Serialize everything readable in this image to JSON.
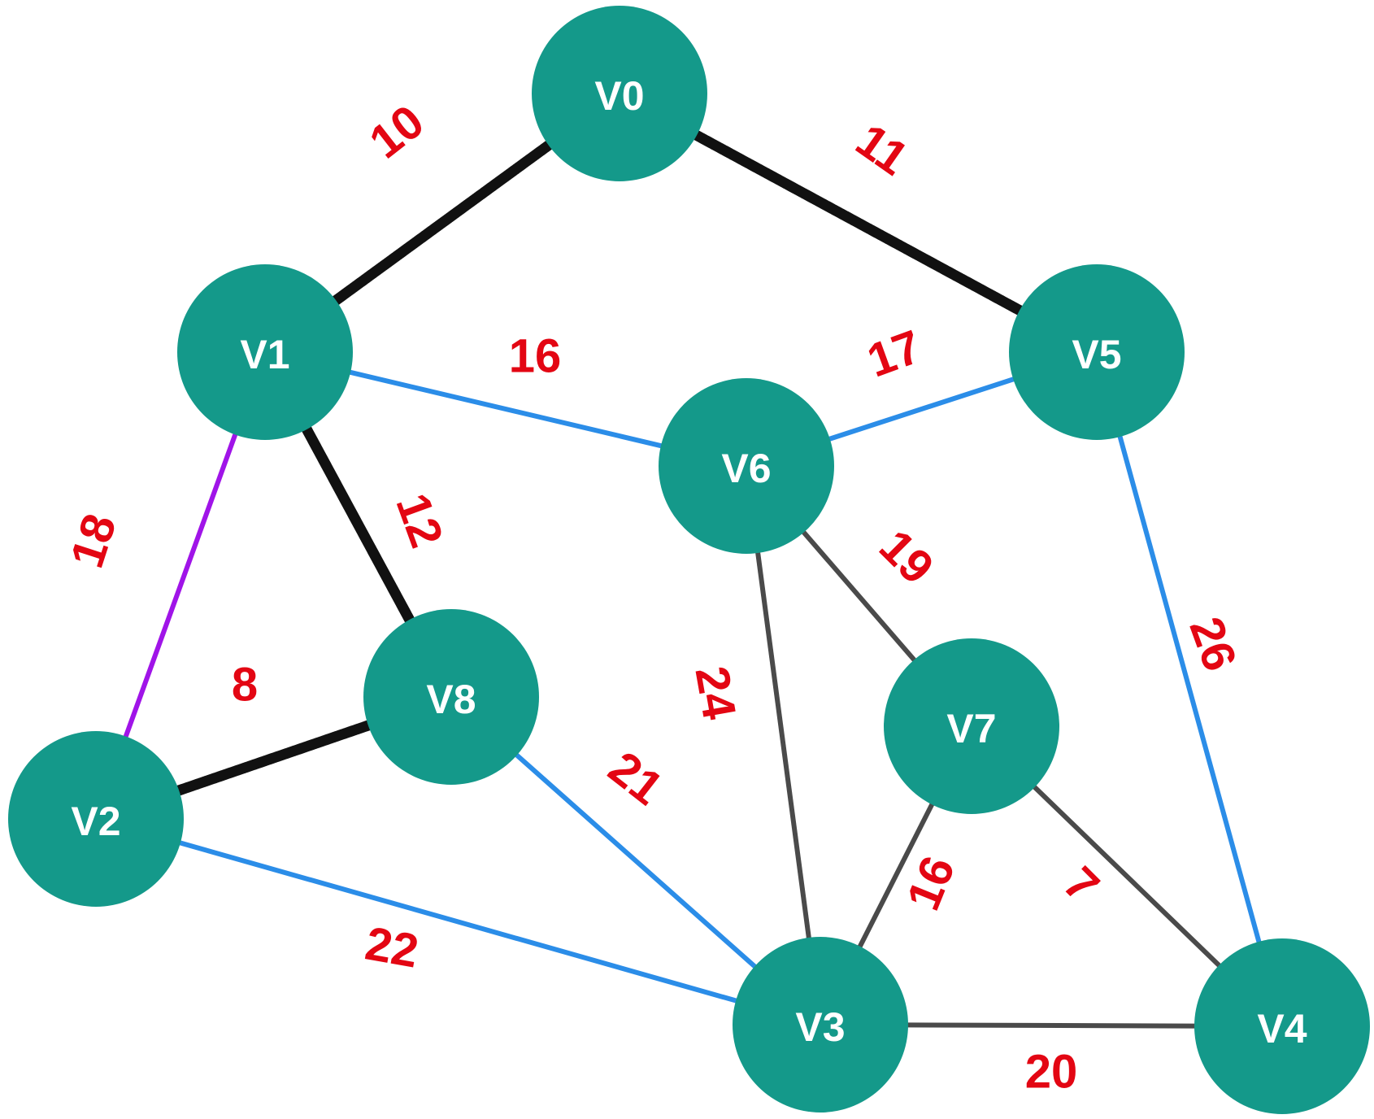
{
  "colors": {
    "node_fill": "#14998a",
    "node_text": "#ffffff",
    "weight_text": "#e30613",
    "edge_selected": "#111111",
    "edge_blue": "#2b8de8",
    "edge_purple": "#a014e8",
    "edge_gray": "#4a4a4a"
  },
  "nodes": [
    {
      "id": "V0",
      "label": "V0"
    },
    {
      "id": "V1",
      "label": "V1"
    },
    {
      "id": "V2",
      "label": "V2"
    },
    {
      "id": "V3",
      "label": "V3"
    },
    {
      "id": "V4",
      "label": "V4"
    },
    {
      "id": "V5",
      "label": "V5"
    },
    {
      "id": "V6",
      "label": "V6"
    },
    {
      "id": "V7",
      "label": "V7"
    },
    {
      "id": "V8",
      "label": "V8"
    }
  ],
  "edges": [
    {
      "from": "V0",
      "to": "V1",
      "weight": "10",
      "style": "selected"
    },
    {
      "from": "V0",
      "to": "V5",
      "weight": "11",
      "style": "selected"
    },
    {
      "from": "V1",
      "to": "V8",
      "weight": "12",
      "style": "selected"
    },
    {
      "from": "V2",
      "to": "V8",
      "weight": "8",
      "style": "selected"
    },
    {
      "from": "V1",
      "to": "V6",
      "weight": "16",
      "style": "blue"
    },
    {
      "from": "V5",
      "to": "V6",
      "weight": "17",
      "style": "blue"
    },
    {
      "from": "V1",
      "to": "V2",
      "weight": "18",
      "style": "purple"
    },
    {
      "from": "V5",
      "to": "V4",
      "weight": "26",
      "style": "blue"
    },
    {
      "from": "V8",
      "to": "V3",
      "weight": "21",
      "style": "blue"
    },
    {
      "from": "V2",
      "to": "V3",
      "weight": "22",
      "style": "blue"
    },
    {
      "from": "V6",
      "to": "V7",
      "weight": "19",
      "style": "gray"
    },
    {
      "from": "V6",
      "to": "V3",
      "weight": "24",
      "style": "gray"
    },
    {
      "from": "V7",
      "to": "V3",
      "weight": "16",
      "style": "gray"
    },
    {
      "from": "V7",
      "to": "V4",
      "weight": "7",
      "style": "gray"
    },
    {
      "from": "V3",
      "to": "V4",
      "weight": "20",
      "style": "gray"
    }
  ]
}
